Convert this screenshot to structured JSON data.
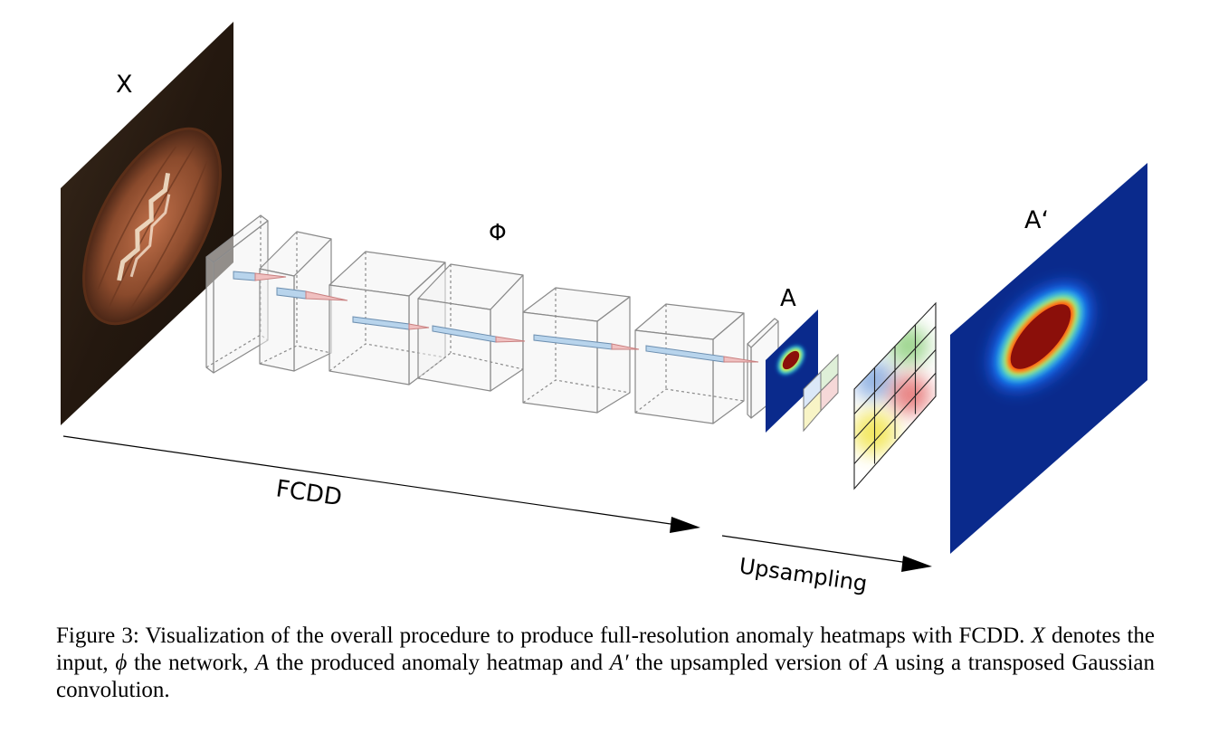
{
  "labels": {
    "input": "X",
    "network": "Φ",
    "heatmap": "A",
    "upsampled": "A‘",
    "fcdd_arrow": "FCDD",
    "upsampling_arrow": "Upsampling"
  },
  "caption": {
    "prefix": "Figure 3: Visualization of the overall procedure to produce full-resolution anomaly heatmaps with FCDD. ",
    "sym_x": "X",
    "part1": " denotes the input, ",
    "sym_phi": "ϕ",
    "part2": " the network, ",
    "sym_a": "A",
    "part3": " the produced anomaly heatmap and ",
    "sym_a_prime": "A′",
    "part4": " the upsampled version of ",
    "sym_a2": "A",
    "part5": " using a transposed Gaussian convolution."
  },
  "colors": {
    "heatmap_background": "#0a2a8c",
    "heatmap_core": "#8b0f0a",
    "input_background": "#2a1e14",
    "grid_tint_blue": "#6f9bd9",
    "grid_tint_green": "#7ec86a",
    "grid_tint_red": "#e05858",
    "grid_tint_yellow": "#f0e23a"
  }
}
